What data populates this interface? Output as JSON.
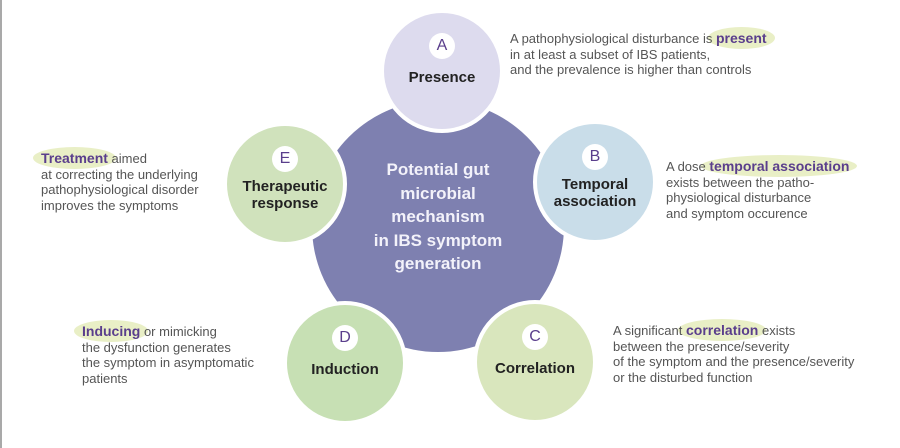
{
  "hub": {
    "lines": [
      "Potential gut",
      "microbial",
      "mechanism",
      "in IBS symptom",
      "generation"
    ]
  },
  "nodes": [
    {
      "letter": "A",
      "label_lines": [
        "Presence"
      ],
      "color": "#dddbee"
    },
    {
      "letter": "B",
      "label_lines": [
        "Temporal",
        "association"
      ],
      "color": "#c9dde9"
    },
    {
      "letter": "C",
      "label_lines": [
        "Correlation"
      ],
      "color": "#d9e6bd"
    },
    {
      "letter": "D",
      "label_lines": [
        "Induction"
      ],
      "color": "#c7e0b4"
    },
    {
      "letter": "E",
      "label_lines": [
        "Therapeutic",
        "response"
      ],
      "color": "#d0e2bc"
    }
  ],
  "descriptions": {
    "a": {
      "pre": "A pathophysiological disturbance is ",
      "highlight": "present",
      "post": "",
      "lines": [
        "in at least a subset of IBS patients,",
        "and the prevalence is higher than controls"
      ]
    },
    "b": {
      "pre": "A dose ",
      "highlight": "temporal association",
      "post": "",
      "lines": [
        "exists between the patho-",
        "physiological disturbance",
        "and symptom occurence"
      ]
    },
    "c": {
      "pre": "A significant ",
      "highlight": "correlation",
      "post": " exists",
      "lines": [
        "between the presence/severity",
        "of the symptom and the presence/severity",
        "or the disturbed function"
      ]
    },
    "d": {
      "pre": "",
      "highlight": "Inducing",
      "post": " or mimicking",
      "lines": [
        "the dysfunction generates",
        "the symptom in asymptomatic",
        "patients"
      ]
    },
    "e": {
      "pre": "",
      "highlight": "Treatment",
      "post": " aimed",
      "lines": [
        "at correcting the underlying",
        "pathophysiological disorder",
        "improves the symptoms"
      ]
    }
  },
  "colors": {
    "hub": "#7e80b0",
    "highlight_text": "#5a3e8c",
    "highlight_bg": "#e9efc6",
    "body_text": "#555555"
  }
}
